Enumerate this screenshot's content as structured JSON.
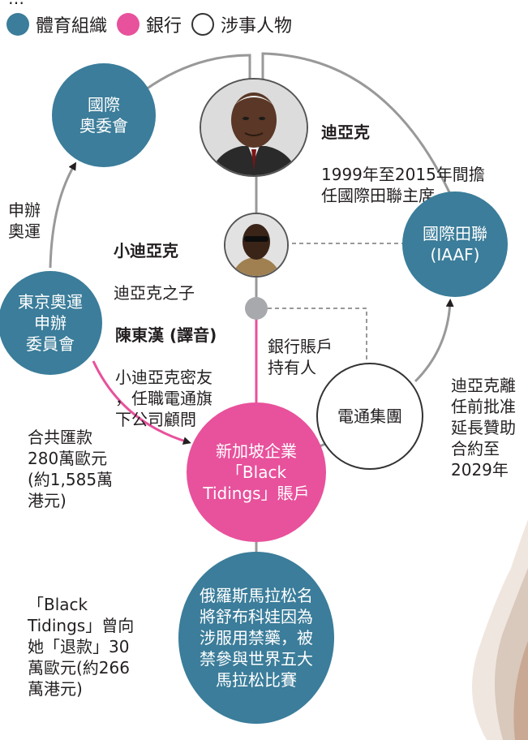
{
  "legend": {
    "header_partial": "…",
    "items": [
      {
        "label": "體育組織",
        "color": "#3b7d9a"
      },
      {
        "label": "銀行",
        "color": "#e8519c"
      },
      {
        "label": "涉事人物",
        "color": "#ffffff"
      }
    ]
  },
  "nodes": {
    "ioc": {
      "label": "國際\n奧委會"
    },
    "tokyo": {
      "label": "東京奧運\n申辦\n委員會"
    },
    "iaaf": {
      "label": "國際田聯\n(IAAF)"
    },
    "dentsu": {
      "label": "電通集團"
    },
    "bank": {
      "label": "新加坡企業\n「Black\nTidings」賬戶"
    },
    "runner": {
      "label": "俄羅斯馬拉松名\n將舒布科娃因為\n涉服用禁藥，被\n禁參與世界五大\n馬拉松比賽"
    }
  },
  "people": {
    "diack": {
      "name": "迪亞克",
      "desc": "1999年至2015年間擔\n任國際田聯主席"
    },
    "son": {
      "name": "小迪亞克",
      "desc": "迪亞克之子"
    },
    "tan": {
      "name": "陳東漢 (譯音)",
      "desc": "小迪亞克密友\n，任職電通旗\n下公司顧問"
    }
  },
  "edge_labels": {
    "bid": "申辦\n奧運",
    "account_holder": "銀行賬戶\n持有人",
    "transfer": "合共匯款\n280萬歐元\n(約1,585萬\n港元)",
    "refund": "「Black\nTidings」曾向\n她「退款」30\n萬歐元(約266\n萬港元)",
    "sponsor": "迪亞克離\n任前批准\n延長贊助\n合約至\n2029年"
  },
  "colors": {
    "sports_org": "#3b7d9a",
    "bank": "#e8519c",
    "line_gray": "#999999",
    "line_pink": "#e8519c",
    "arrow": "#231f20"
  }
}
